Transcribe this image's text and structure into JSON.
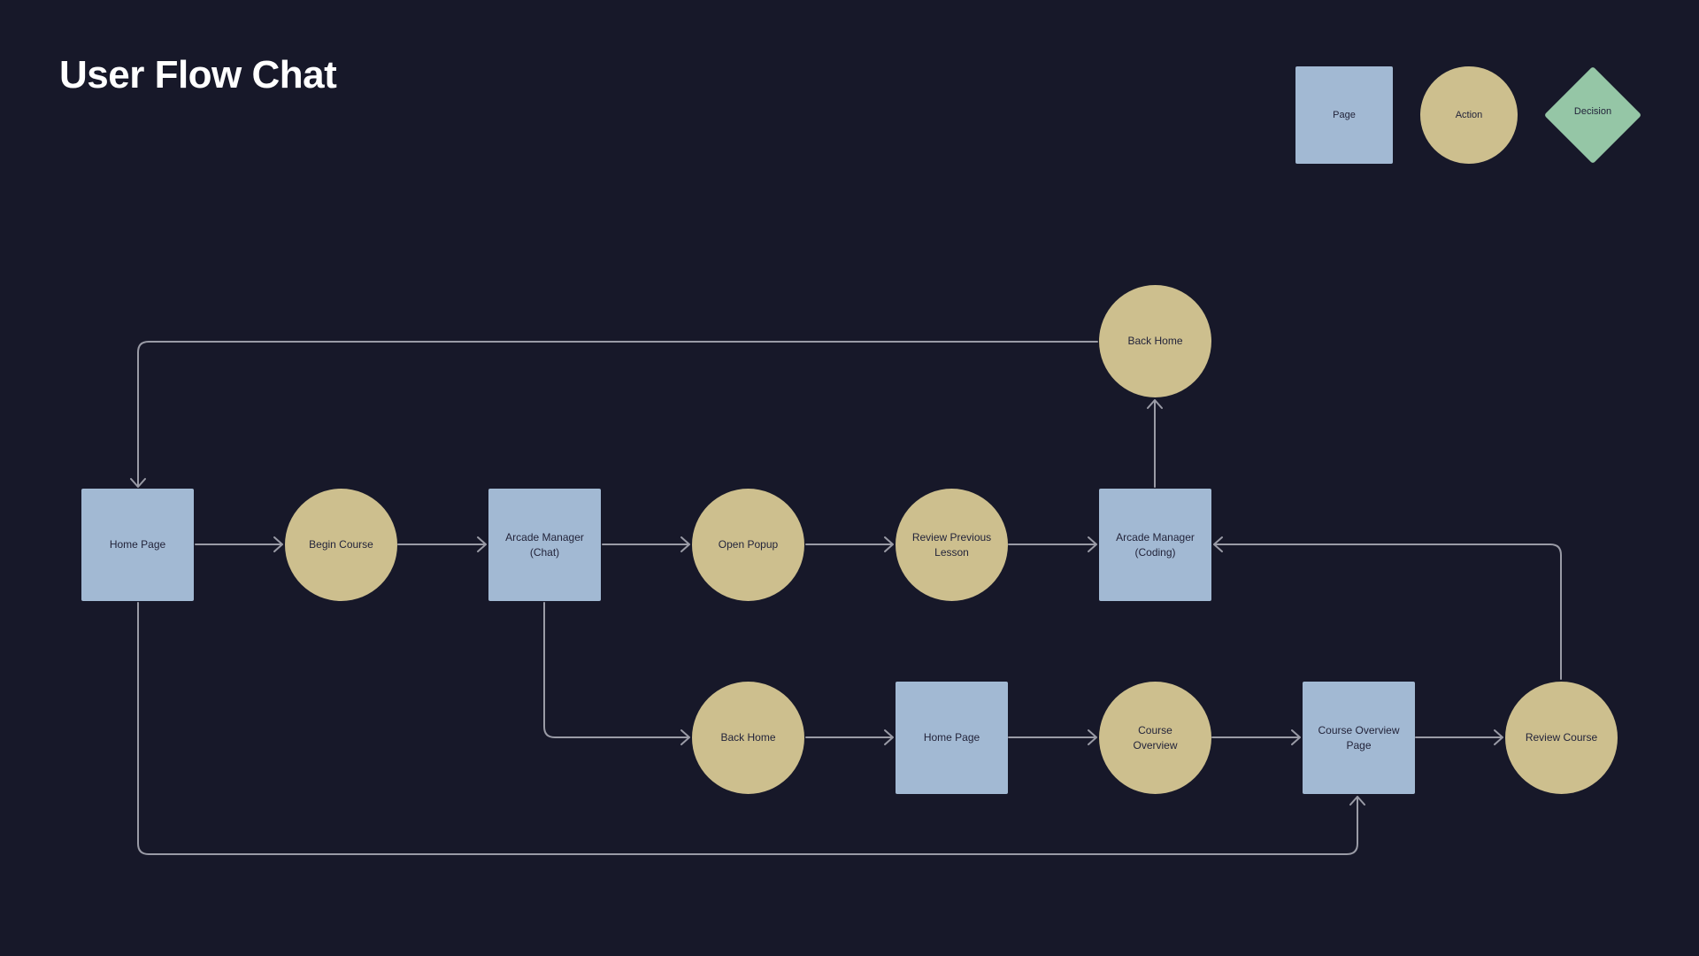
{
  "title": "User Flow Chat",
  "legend": {
    "page": "Page",
    "action": "Action",
    "decision": "Decision"
  },
  "colors": {
    "background": "#171829",
    "page": "#a2b9d3",
    "action": "#cdbf8e",
    "decision": "#95c6a6",
    "connector": "#9a9ba6"
  },
  "nodes": {
    "home_page_1": "Home Page",
    "begin_course": "Begin Course",
    "arcade_manager_chat": "Arcade Manager\n(Chat)",
    "open_popup": "Open Popup",
    "review_previous_lesson": "Review Previous\nLesson",
    "arcade_manager_coding": "Arcade Manager\n(Coding)",
    "back_home_top": "Back Home",
    "back_home_bottom": "Back Home",
    "home_page_2": "Home Page",
    "course_overview": "Course\nOverview",
    "course_overview_page": "Course Overview\nPage",
    "review_course": "Review Course"
  }
}
